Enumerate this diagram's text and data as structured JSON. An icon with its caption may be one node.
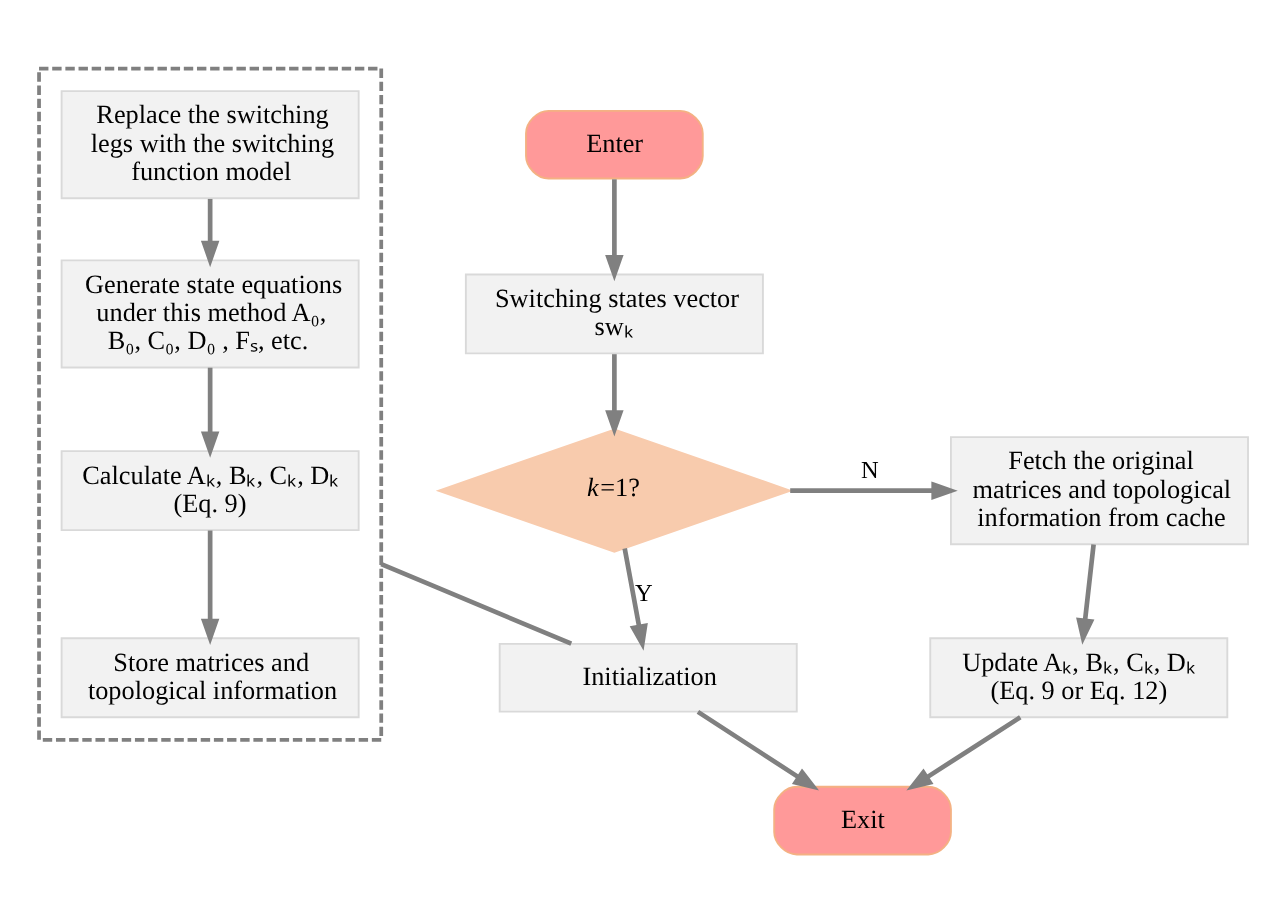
{
  "diagram": {
    "nodes": [
      {
        "text": [],
        "shape": "box"
      },
      {
        "text": [
          "Replace the switching legs with the switching function model"
        ],
        "in": 0
      },
      {
        "text": [
          "Generate state equations under this method A₀, B₀, C₀, D₀ , Fₛ, etc."
        ],
        "in": 0
      },
      {
        "text": [
          "Calculate Aₖ, Bₖ, Cₖ, Dₖ (Eq. 9)"
        ],
        "in": 0
      },
      {
        "text": [
          "Store matrices and topological information"
        ],
        "in": 0
      },
      {
        "text": [
          "Enter"
        ]
      },
      {
        "text": [
          "Switching states vector swₖ"
        ]
      },
      {
        "text": [
          "*k*=1?"
        ]
      },
      {
        "text": [
          "Fetch the original matrices and topological information from cache"
        ]
      },
      {
        "text": [
          "Initialization"
        ]
      },
      {
        "text": [
          "Update Aₖ, Bₖ, Cₖ, Dₖ (Eq. 9 or Eq. 12)"
        ]
      },
      {
        "text": [
          "Exit"
        ]
      }
    ],
    "edges": [
      {
        "from": 1,
        "to": 2,
        "arrow": "to"
      },
      {
        "from": 2,
        "to": 3,
        "arrow": "to"
      },
      {
        "from": 3,
        "to": 4,
        "arrow": "to"
      },
      {
        "from": 5,
        "to": 6,
        "arrow": "to"
      },
      {
        "from": 6,
        "to": 7,
        "arrow": "to"
      },
      {
        "from": 7,
        "to": 8,
        "arrow": "to",
        "label": "N"
      },
      {
        "from": 7,
        "to": 9,
        "arrow": "to",
        "label": "Y"
      },
      {
        "from": 8,
        "to": 10,
        "arrow": "to"
      },
      {
        "from": 9,
        "to": 11,
        "arrow": "to"
      },
      {
        "from": 10,
        "to": 11,
        "arrow": "to"
      },
      {
        "from": 9,
        "to": 0,
        "arrow": "none"
      }
    ]
  }
}
